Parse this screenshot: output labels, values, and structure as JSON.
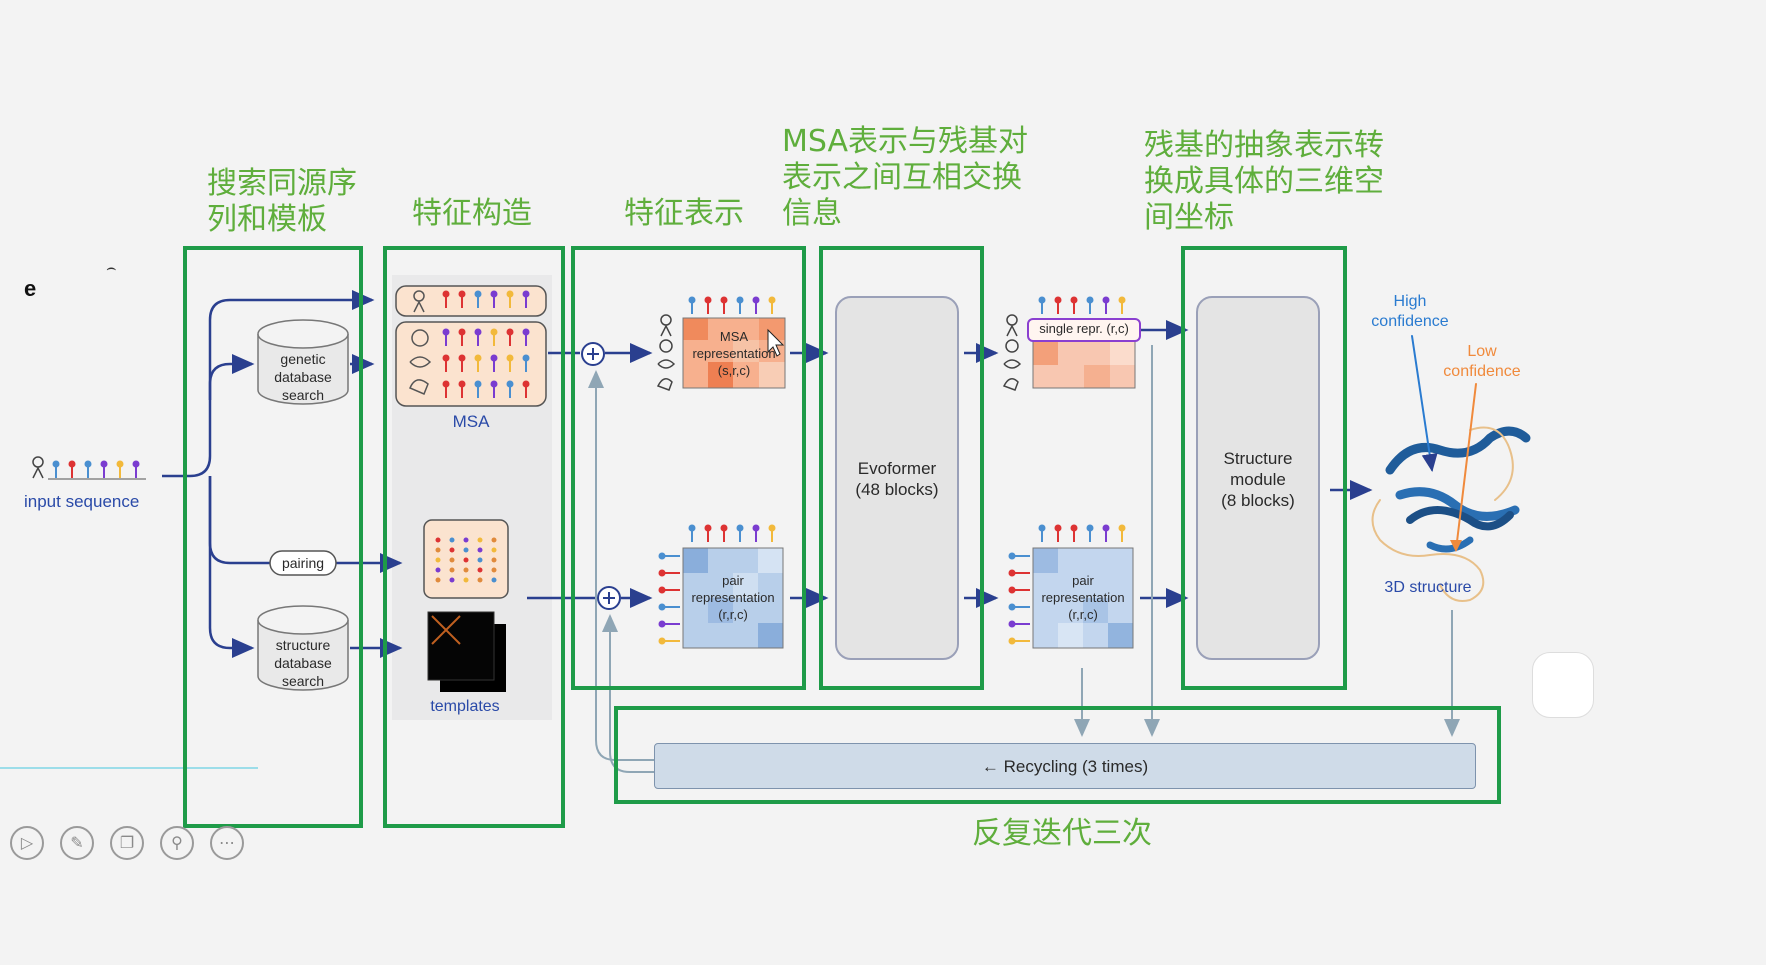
{
  "annotations": {
    "search": "搜索同源序\n列和模板",
    "feature_construct": "特征构造",
    "feature_repr": "特征表示",
    "exchange": "MSA表示与残基对\n表示之间互相交换\n信息",
    "structure_convert": "残基的抽象表示转\n换成具体的三维空\n间坐标",
    "recycle_three": "反复迭代三次"
  },
  "figure": {
    "panel_letter": "e",
    "input_sequence": "input sequence",
    "genetic_db": "genetic\ndatabase\nsearch",
    "structure_db": "structure\ndatabase\nsearch",
    "pairing": "pairing",
    "msa": "MSA",
    "templates": "templates",
    "msa_repr": "MSA\nrepresentation\n(s,r,c)",
    "pair_repr": "pair\nrepresentation\n(r,r,c)",
    "evoformer": "Evoformer\n(48 blocks)",
    "single_repr": "single repr. (r,c)",
    "pair_repr_out": "pair\nrepresentation\n(r,r,c)",
    "structure_module": "Structure\nmodule\n(8 blocks)",
    "high_conf": "High\nconfidence",
    "low_conf": "Low\nconfidence",
    "structure_3d": "3D structure",
    "recycling": "← Recycling (3 times)"
  },
  "colors": {
    "annotation_green": "#5fae3c",
    "box_green": "#1e9b48",
    "arrow_blue": "#2a3f8f",
    "msa_orange": "#f4a57e",
    "pair_blue": "#9bbbe0",
    "high_conf_blue": "#2a7bd0",
    "low_conf_orange": "#f08a3c"
  },
  "icons": [
    "person-icon",
    "seq-pin-icon",
    "player-play-icon",
    "pen-icon",
    "copy-icon",
    "zoom-icon",
    "more-icon"
  ]
}
